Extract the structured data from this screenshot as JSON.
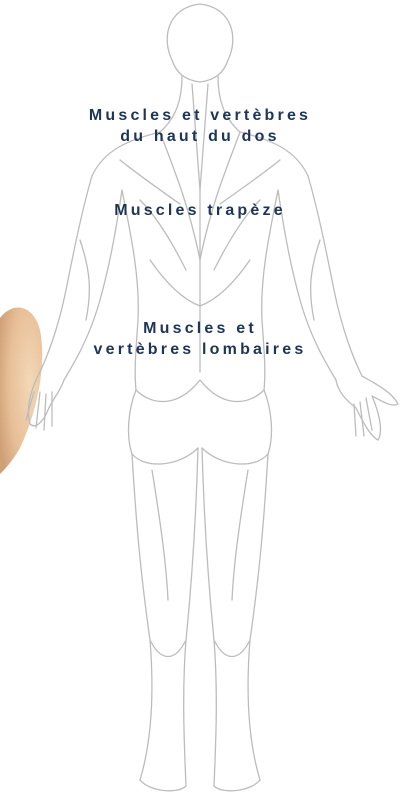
{
  "labels": {
    "upper_back": [
      "Muscles et vertèbres",
      "du haut du dos"
    ],
    "trapezius": [
      "Muscles trapèze"
    ],
    "lumbar": [
      "Muscles et",
      "vertèbres lombaires"
    ]
  },
  "icons": {
    "figure": "human-back-anatomy-icon",
    "finger": "pointing-finger-icon"
  },
  "colors": {
    "label_text": "#1e3556",
    "outline": "#b9b9b9",
    "finger": "#e9c49d",
    "background": "#ffffff"
  }
}
